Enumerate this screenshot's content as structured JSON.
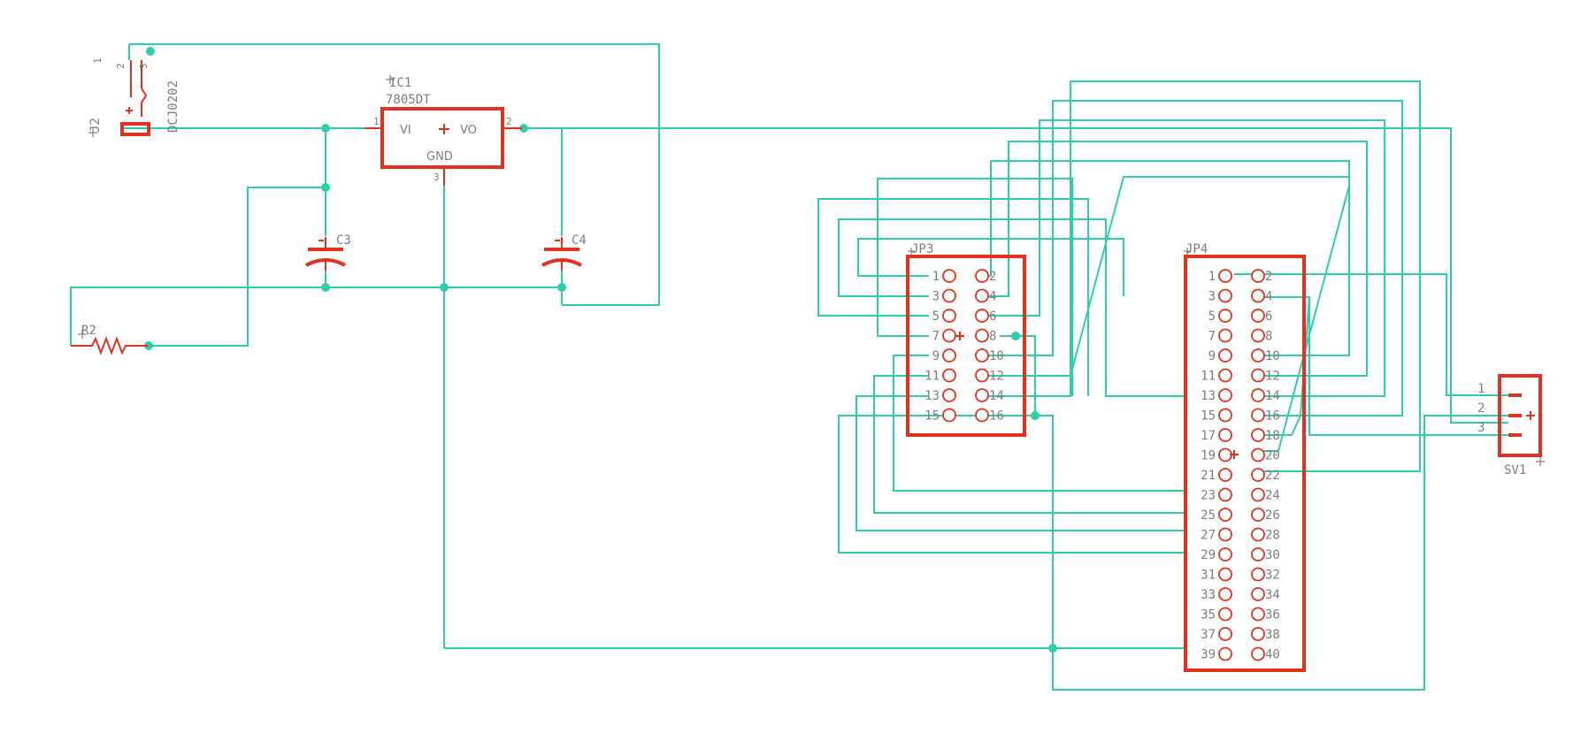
{
  "parts": {
    "J2": {
      "name": "J2",
      "value": "DCJ0202",
      "pins": [
        "1",
        "2",
        "3"
      ]
    },
    "IC1": {
      "name": "IC1",
      "value": "7805DT",
      "pin_vi": "VI",
      "pin_vo": "VO",
      "pin_gnd": "GND",
      "pin1": "1",
      "pin2": "2",
      "pin3": "3"
    },
    "C3": {
      "name": "C3"
    },
    "C4": {
      "name": "C4"
    },
    "R2": {
      "name": "R2"
    },
    "JP3": {
      "name": "JP3",
      "pin_count": 16
    },
    "JP4": {
      "name": "JP4",
      "pin_count": 40
    },
    "SV1": {
      "name": "SV1",
      "pins": [
        "1",
        "2",
        "3"
      ]
    }
  },
  "colors": {
    "wire": "#2bcfae",
    "part": "#e2311f",
    "label": "#7d7d7d",
    "background": "#ffffff"
  }
}
